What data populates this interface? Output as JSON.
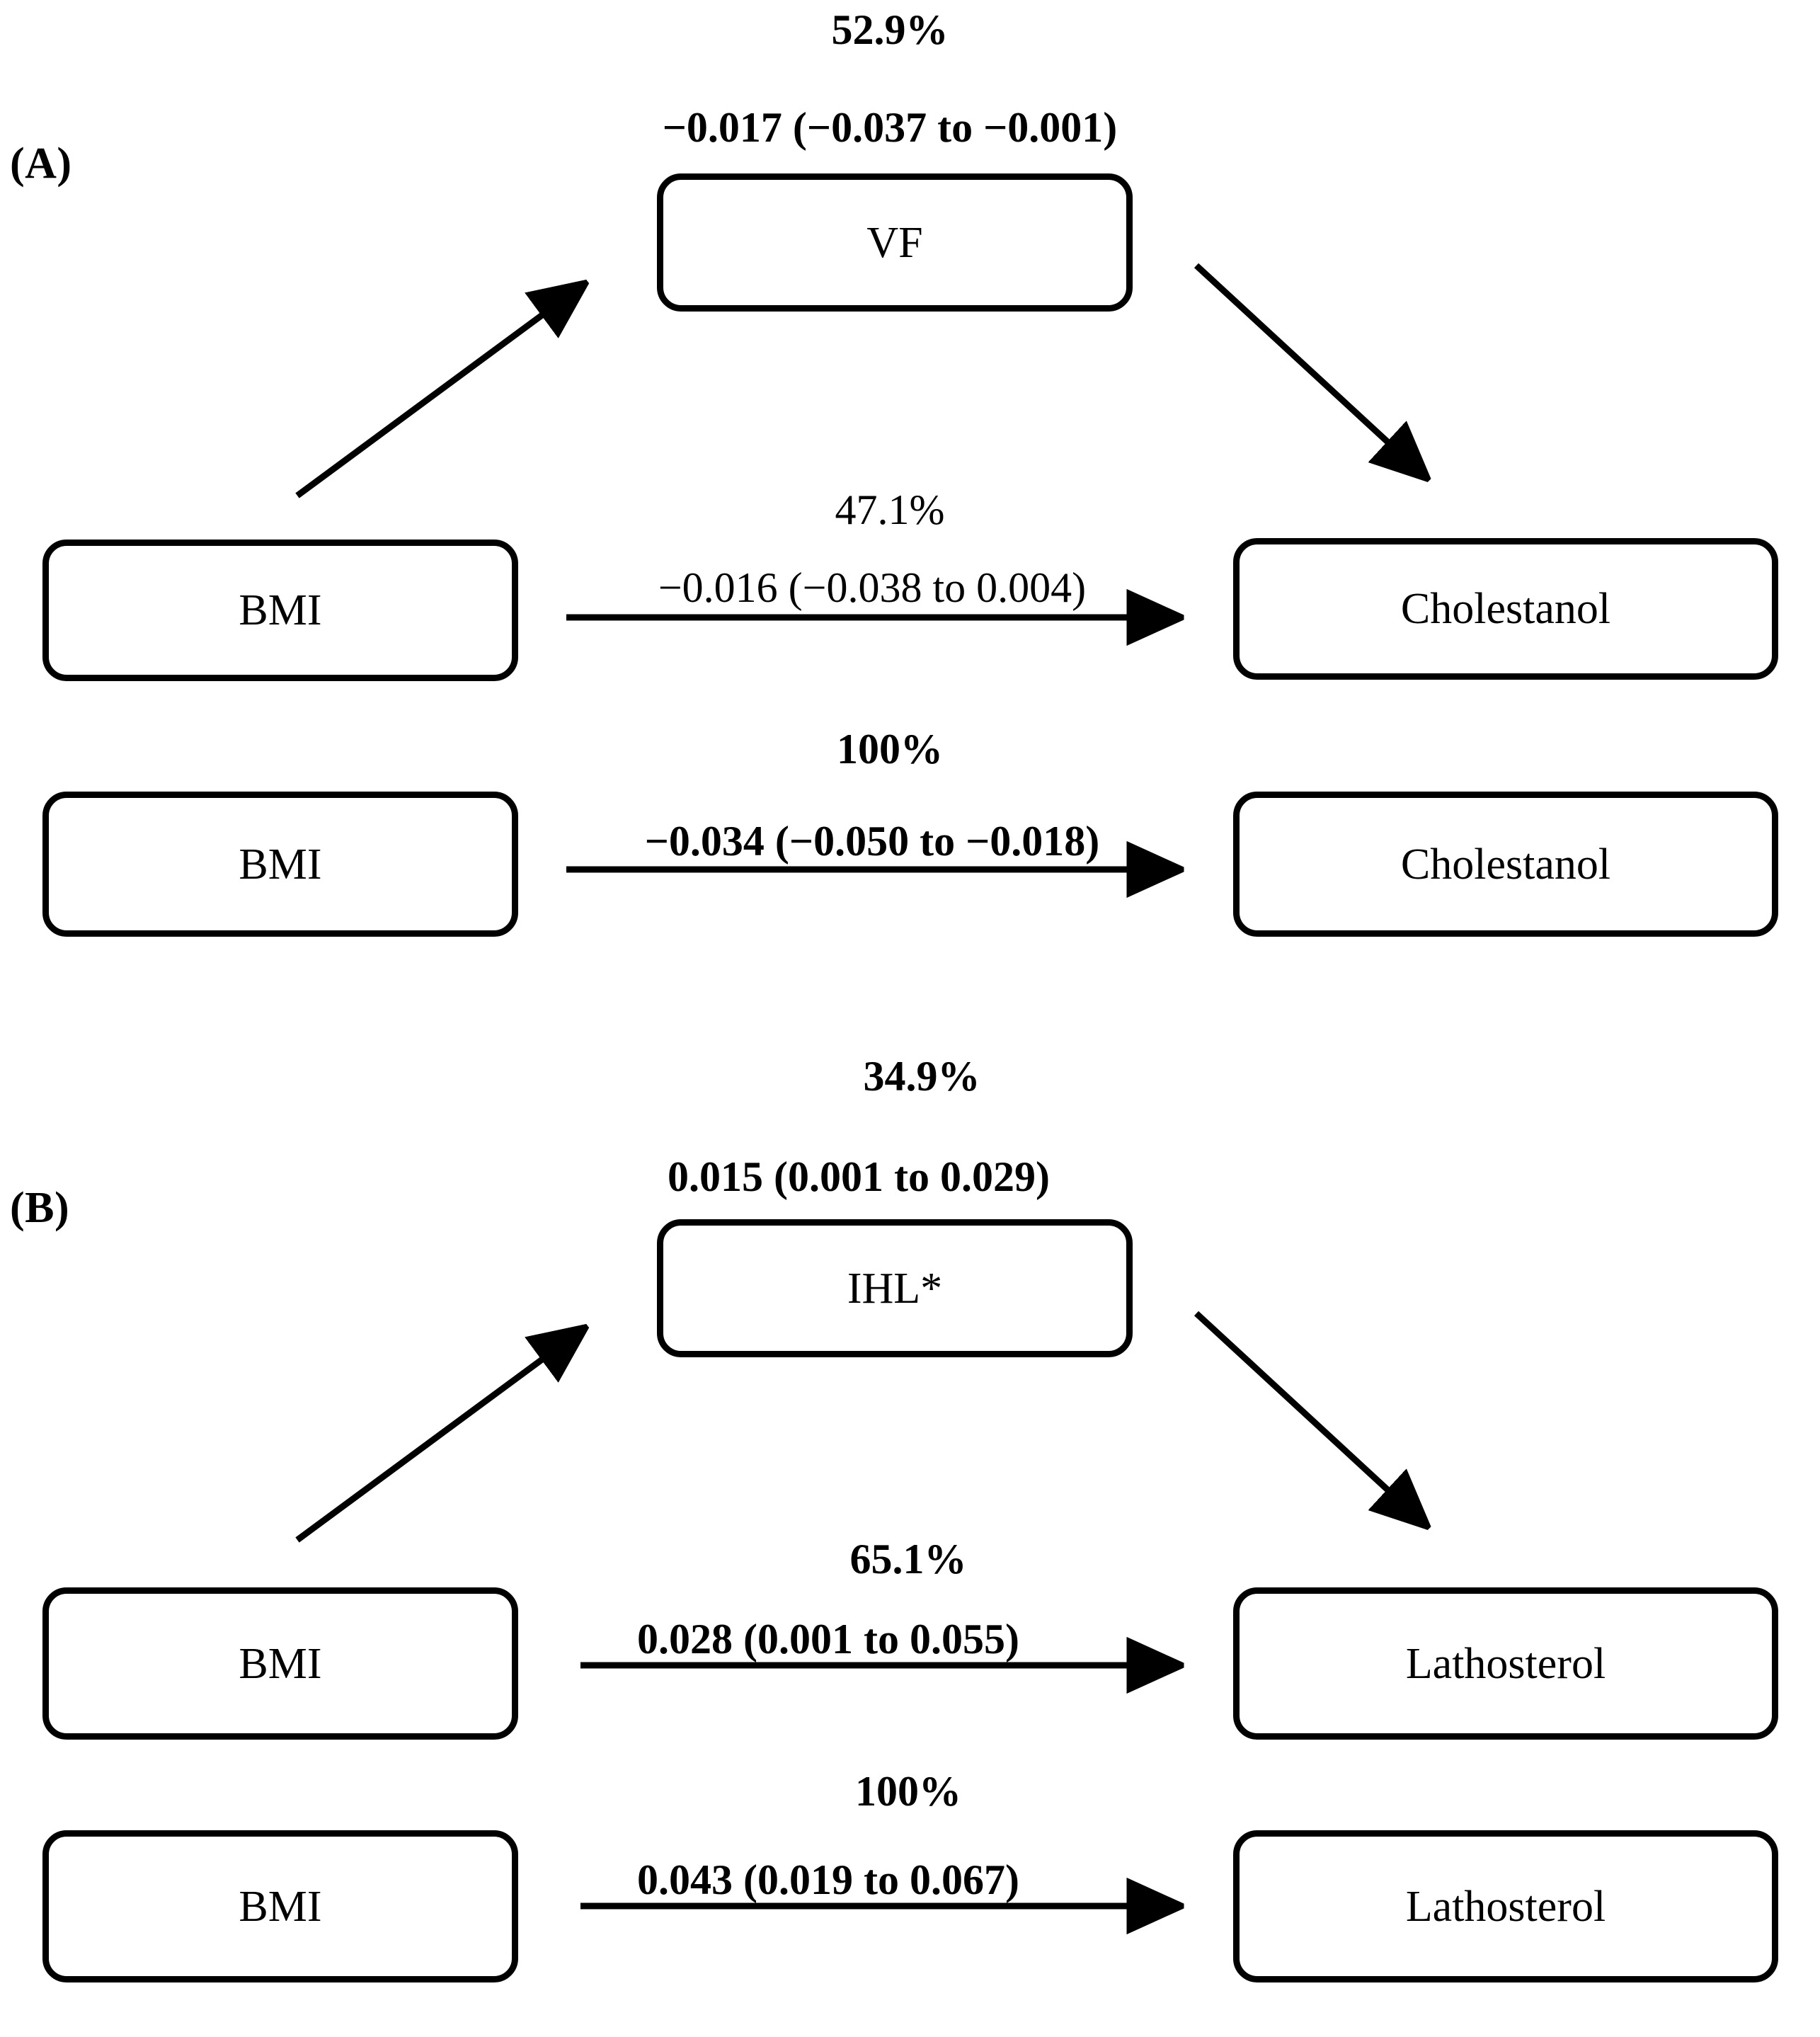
{
  "figure": {
    "type": "mediation-diagram",
    "panels": [
      {
        "id": "A",
        "label": "(A)",
        "mediator": {
          "node_label": "VF",
          "percent": "52.9%",
          "coefficient": "−0.017 (−0.037 to −0.001)",
          "bold": true
        },
        "direct": {
          "from_label": "BMI",
          "to_label": "Cholestanol",
          "percent": "47.1%",
          "coefficient": "−0.016 (−0.038 to 0.004)",
          "bold": false
        },
        "total": {
          "from_label": "BMI",
          "to_label": "Cholestanol",
          "percent": "100%",
          "coefficient": "−0.034 (−0.050 to −0.018)",
          "bold": true
        }
      },
      {
        "id": "B",
        "label": "(B)",
        "mediator": {
          "node_label": "IHL*",
          "percent": "34.9%",
          "coefficient": "0.015 (0.001 to 0.029)",
          "bold": true
        },
        "direct": {
          "from_label": "BMI",
          "to_label": "Lathosterol",
          "percent": "65.1%",
          "coefficient": "0.028 (0.001 to 0.055)",
          "bold": true
        },
        "total": {
          "from_label": "BMI",
          "to_label": "Lathosterol",
          "percent": "100%",
          "coefficient": "0.043 (0.019 to 0.067)",
          "bold": true
        }
      }
    ]
  },
  "chart_data": {
    "type": "diagram",
    "title": "",
    "panels": [
      {
        "panel": "(A)",
        "exposure": "BMI",
        "mediator": "VF",
        "outcome": "Cholestanol",
        "paths": [
          {
            "name": "indirect (mediated)",
            "proportion_pct": 52.9,
            "estimate": -0.017,
            "ci_low": -0.037,
            "ci_high": -0.001,
            "label": "−0.017 (−0.037 to −0.001)"
          },
          {
            "name": "direct",
            "proportion_pct": 47.1,
            "estimate": -0.016,
            "ci_low": -0.038,
            "ci_high": 0.004,
            "label": "−0.016 (−0.038 to 0.004)"
          },
          {
            "name": "total",
            "proportion_pct": 100,
            "estimate": -0.034,
            "ci_low": -0.05,
            "ci_high": -0.018,
            "label": "−0.034 (−0.050 to −0.018)"
          }
        ]
      },
      {
        "panel": "(B)",
        "exposure": "BMI",
        "mediator": "IHL*",
        "outcome": "Lathosterol",
        "paths": [
          {
            "name": "indirect (mediated)",
            "proportion_pct": 34.9,
            "estimate": 0.015,
            "ci_low": 0.001,
            "ci_high": 0.029,
            "label": "0.015 (0.001 to 0.029)"
          },
          {
            "name": "direct",
            "proportion_pct": 65.1,
            "estimate": 0.028,
            "ci_low": 0.001,
            "ci_high": 0.055,
            "label": "0.028 (0.001 to 0.055)"
          },
          {
            "name": "total",
            "proportion_pct": 100,
            "estimate": 0.043,
            "ci_low": 0.019,
            "ci_high": 0.067,
            "label": "0.043 (0.019 to 0.067)"
          }
        ]
      }
    ],
    "colors": {
      "stroke": "#000000",
      "background": "#ffffff"
    }
  }
}
